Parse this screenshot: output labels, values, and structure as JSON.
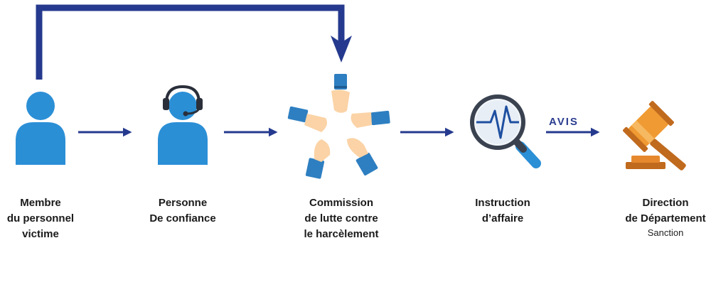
{
  "steps": [
    {
      "id": "member",
      "lines": [
        "Membre",
        "du personnel",
        "victime"
      ],
      "icon": "person-icon"
    },
    {
      "id": "confidant",
      "lines": [
        "Personne",
        "De confiance"
      ],
      "icon": "headset-person-icon"
    },
    {
      "id": "commission",
      "lines": [
        "Commission",
        "de lutte contre",
        "le harcèlement"
      ],
      "icon": "joined-hands-icon"
    },
    {
      "id": "instruction",
      "lines": [
        "Instruction",
        "d’affaire"
      ],
      "icon": "magnifier-icon"
    },
    {
      "id": "direction",
      "lines": [
        "Direction",
        "de Département"
      ],
      "sub": "Sanction",
      "icon": "gavel-icon"
    }
  ],
  "arrow_label": "AVIS",
  "colors": {
    "arrow": "#253a8e",
    "person": "#2b8fd6",
    "skin": "#fbd3a6",
    "cuff": "#2e7fc1",
    "gavel": "#f09a33",
    "gavel_dark": "#c06a1e"
  }
}
